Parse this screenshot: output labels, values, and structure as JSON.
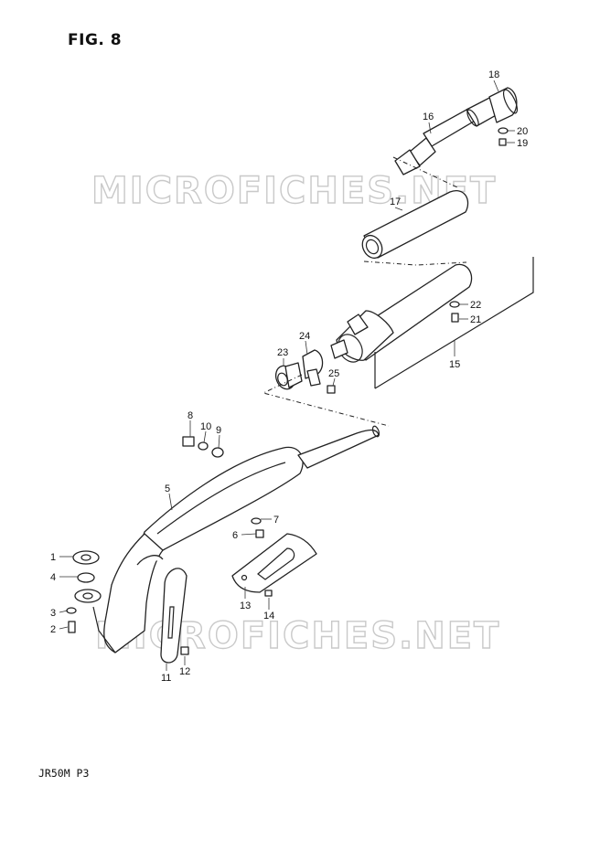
{
  "figure": {
    "title": "FIG. 8",
    "model": "JR50M  P3"
  },
  "watermark": {
    "text": "MICROFICHES.NET",
    "color": "#c9c9c9"
  },
  "callouts": {
    "c1": "1",
    "c2": "2",
    "c3": "3",
    "c4": "4",
    "c5": "5",
    "c6": "6",
    "c7": "7",
    "c8": "8",
    "c9": "9",
    "c10": "10",
    "c11": "11",
    "c12": "12",
    "c13": "13",
    "c14": "14",
    "c15": "15",
    "c16": "16",
    "c17": "17",
    "c18": "18",
    "c19": "19",
    "c20": "20",
    "c21": "21",
    "c22": "22",
    "c23": "23",
    "c24": "24",
    "c25": "25"
  }
}
